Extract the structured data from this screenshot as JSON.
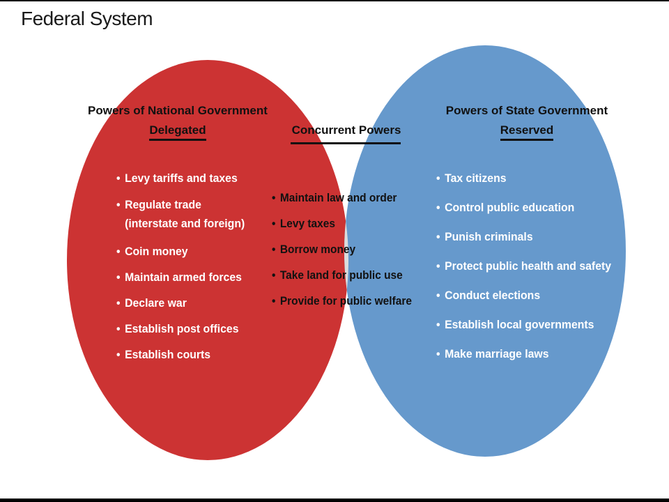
{
  "title": "Federal System",
  "colors": {
    "national": "#cc3333",
    "state": "#6699cc",
    "concurrent": "#dcdcdc",
    "text_on_color": "#ffffff",
    "text_dark": "#111111"
  },
  "national": {
    "heading": "Powers of National Government",
    "subheading": "Delegated",
    "items": [
      "Levy tariffs and taxes",
      "Regulate trade",
      "(interstate and foreign)",
      "Coin money",
      "Maintain armed forces",
      "Declare war",
      "Establish post offices",
      "Establish courts"
    ]
  },
  "concurrent": {
    "heading": "Concurrent Powers",
    "items": [
      "Maintain law and order",
      "Levy taxes",
      "Borrow money",
      "Take land for public use",
      "Provide for public welfare"
    ]
  },
  "state": {
    "heading": "Powers of State Government",
    "subheading": "Reserved",
    "items": [
      "Tax citizens",
      "Control public education",
      "Punish criminals",
      "Protect public health and safety",
      "Conduct elections",
      "Establish local governments",
      "Make marriage laws"
    ]
  }
}
